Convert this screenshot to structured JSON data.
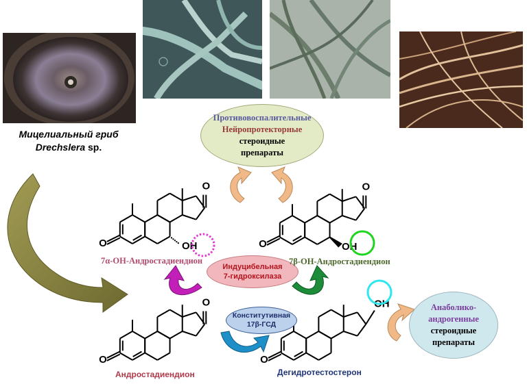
{
  "fungus_caption": {
    "line1": "Мицелиальный гриб",
    "line2_italic": "Drechslera",
    "line2_rest": "sp."
  },
  "pharma_box": {
    "line1": "Противовоспалительные",
    "line2": "Нейропротекторные",
    "line3": "стероидные",
    "line4": "препараты"
  },
  "anabolic_box": {
    "line1": "Анаболико-",
    "line2": "андрогенные",
    "line3": "стероидные",
    "line4": "препараты"
  },
  "enzyme_inducible": {
    "line1": "Индуцибельная",
    "line2": "7-гидроксилаза"
  },
  "enzyme_constitutive": {
    "line1": "Конститутивная",
    "line2": "17β-ГСД"
  },
  "compounds": {
    "alpha_oh": "7α-ОН-Андростадиендион",
    "beta_oh": "7β-ОН-Андростадиендион",
    "androstadienedione": "Андростадиендион",
    "dehydrotestosterone": "Дегидротестостерон"
  },
  "atoms": {
    "oxygen": "O",
    "hydroxyl": "OH"
  },
  "colors": {
    "pharma_line1": "#5a5aa0",
    "pharma_line2": "#9a3a3a",
    "anabolic_line1_2": "#7c3c9c",
    "circle_alpha": "#e23ad0",
    "circle_beta": "#1fd41f",
    "circle_dhts": "#2ee6f0",
    "big_arrow": "#8a8540",
    "arrow_magenta": "#c21fb9",
    "arrow_green": "#1d8c3a",
    "arrow_blue": "#1f8fc7",
    "arrow_peach": "#f0b987"
  }
}
